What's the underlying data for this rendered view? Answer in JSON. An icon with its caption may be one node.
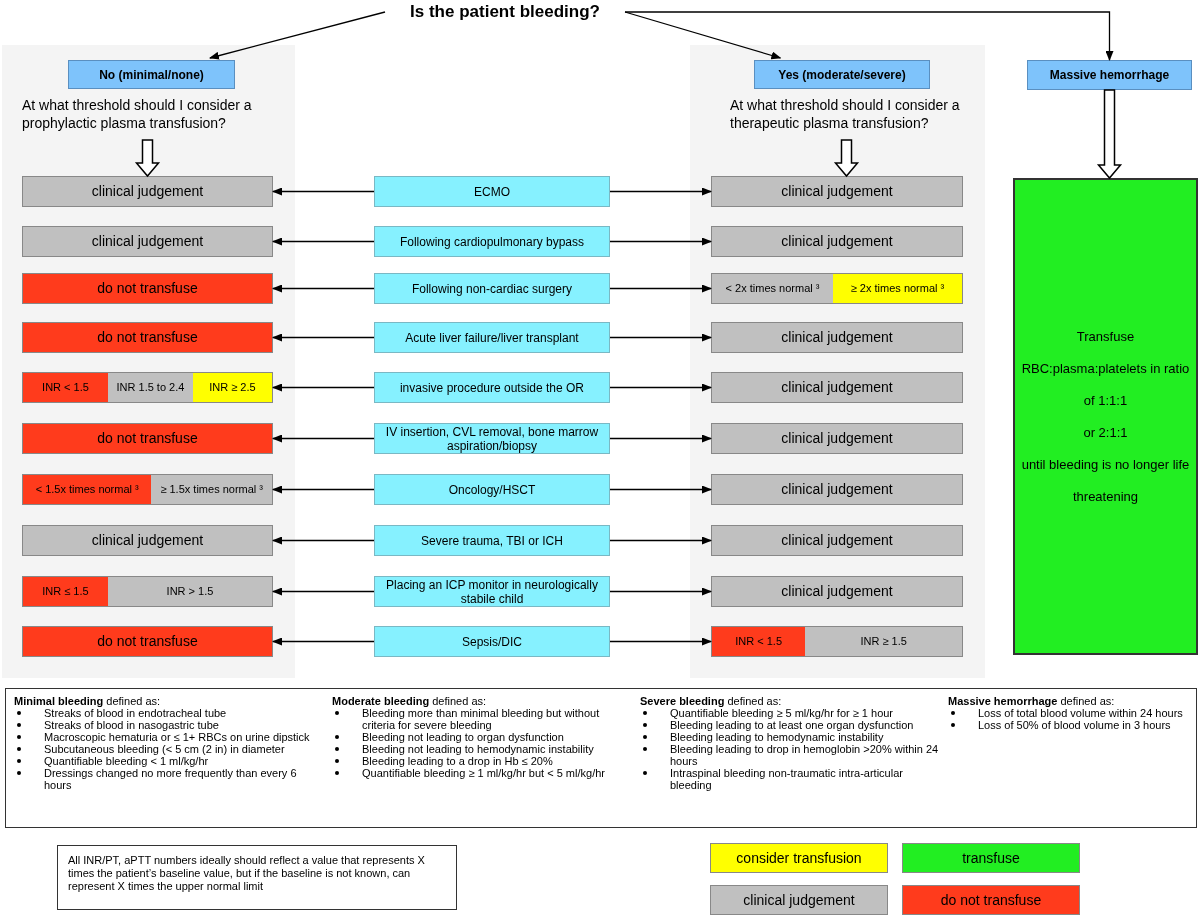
{
  "diagram": {
    "nodes": [
      {
        "text": [
          "Is the patient bleeding?"
        ]
      },
      {
        "text": [],
        "shape": "box"
      },
      {
        "text": [
          "No (minimal/none)"
        ],
        "in": 1
      },
      {
        "text": [
          "At what threshold should I consider a prophylactic plasma transfusion?"
        ],
        "in": 1
      },
      {
        "text": [],
        "shape": "box"
      },
      {
        "text": [
          "Yes (moderate/severe)"
        ],
        "in": 4
      },
      {
        "text": [
          "At what threshold should I consider a therapeutic plasma transfusion?"
        ],
        "in": 4
      },
      {
        "text": [
          "Massive hemorrhage"
        ]
      },
      {
        "text": [
          "clinical judgement"
        ],
        "in": 1
      },
      {
        "text": [
          "ECMO"
        ]
      },
      {
        "text": [
          "clinical judgement"
        ],
        "in": 4
      },
      {
        "text": [
          "clinical judgement"
        ],
        "in": 1
      },
      {
        "text": [
          "Following cardiopulmonary bypass"
        ]
      },
      {
        "text": [
          "clinical judgement"
        ],
        "in": 4
      },
      {
        "text": [
          "do not transfuse"
        ],
        "in": 1
      },
      {
        "text": [
          "Following non-cardiac surgery"
        ]
      },
      {
        "text": [
          "< 2x times normal ³",
          "≥ 2x times normal ³"
        ],
        "in": 4
      },
      {
        "text": [
          "do not transfuse"
        ],
        "in": 1
      },
      {
        "text": [
          "Acute liver failure/liver transplant"
        ]
      },
      {
        "text": [
          "clinical judgement"
        ],
        "in": 4
      },
      {
        "text": [
          "INR < 1.5",
          "INR 1.5 to 2.4",
          "INR ≥ 2.5"
        ],
        "in": 1
      },
      {
        "text": [
          "invasive procedure outside the OR"
        ]
      },
      {
        "text": [
          "clinical judgement"
        ],
        "in": 4
      },
      {
        "text": [
          "do not transfuse"
        ],
        "in": 1
      },
      {
        "text": [
          "IV insertion, CVL removal, bone marrow aspiration/biopsy"
        ]
      },
      {
        "text": [
          "clinical judgement"
        ],
        "in": 4
      },
      {
        "text": [
          "< 1.5x times normal ³",
          "≥ 1.5x times normal ³"
        ],
        "in": 1
      },
      {
        "text": [
          "Oncology/HSCT"
        ]
      },
      {
        "text": [
          "clinical judgement"
        ],
        "in": 4
      },
      {
        "text": [
          "clinical judgement"
        ],
        "in": 1
      },
      {
        "text": [
          "Severe trauma, TBI or ICH"
        ]
      },
      {
        "text": [
          "clinical judgement"
        ],
        "in": 4
      },
      {
        "text": [
          "INR ≤ 1.5",
          "INR > 1.5"
        ],
        "in": 1
      },
      {
        "text": [
          "Placing an ICP monitor in neurologically stabile child"
        ]
      },
      {
        "text": [
          "clinical judgement"
        ],
        "in": 4
      },
      {
        "text": [
          "do not transfuse"
        ],
        "in": 1
      },
      {
        "text": [
          "Sepsis/DIC"
        ]
      },
      {
        "text": [
          "INR < 1.5",
          "INR ≥ 1.5"
        ],
        "in": 4
      },
      {
        "text": [
          "Transfuse",
          "RBC:plasma:platelets in ratio of 1:1:1",
          "or 2:1:1",
          "until bleeding is no longer life threatening"
        ]
      },
      {
        "text": [
          "**Minimal bleeding** defined as:",
          "Streaks of blood in endotracheal tube",
          "Streaks of blood in nasogastric tube",
          "Macroscopic hematuria or ≤ 1+ RBCs on urine dipstick",
          "Subcutaneous bleeding (< 5 cm (2 in) in diameter",
          "Quantifiable bleeding < 1 ml/kg/hr",
          "Dressings changed no more frequently than every 6 hours",
          "**Moderate bleeding** defined as:",
          "Bleeding more than minimal bleeding but without criteria for severe bleeding",
          "Bleeding not leading to organ dysfunction",
          "Bleeding not leading to hemodynamic instability",
          "Bleeding leading to a drop in Hb ≤ 20%",
          "Quantifiable bleeding ≥ 1 ml/kg/hr but < 5 ml/kg/hr",
          "**Severe bleeding** defined as:",
          "Quantifiable bleeding ≥ 5 ml/kg/hr for ≥ 1 hour",
          "Bleeding leading to at least one organ dysfunction",
          "Bleeding leading to hemodynamic instability",
          "Bleeding leading to drop in hemoglobin >20% within 24 hours",
          "Intraspinal bleeding non-traumatic intra-articular bleeding",
          "**Massive hemorrhage** defined as:",
          "Loss of total blood volume within 24 hours",
          "Loss of 50% of blood volume in 3 hours"
        ]
      },
      {
        "text": [
          "All INR/PT, aPTT numbers ideally should reflect a value that represents X times the patient’s baseline value, but if the baseline is not known, can represent X times the upper normal limit"
        ]
      }
    ],
    "edges": [
      {
        "from": 0,
        "to": 2,
        "arrow": "to"
      },
      {
        "from": 0,
        "to": 5,
        "arrow": "to"
      },
      {
        "from": 0,
        "to": 7,
        "arrow": "to"
      },
      {
        "from": 3,
        "to": 8,
        "arrow": "to",
        "style": "thick"
      },
      {
        "from": 6,
        "to": 10,
        "arrow": "to",
        "style": "thick"
      },
      {
        "from": 7,
        "to": 38,
        "arrow": "to",
        "style": "thick"
      },
      {
        "from": 9,
        "to": 8,
        "arrow": "to"
      },
      {
        "from": 9,
        "to": 10,
        "arrow": "to"
      },
      {
        "from": 12,
        "to": 11,
        "arrow": "to"
      },
      {
        "from": 12,
        "to": 13,
        "arrow": "to"
      },
      {
        "from": 15,
        "to": 14,
        "arrow": "to"
      },
      {
        "from": 15,
        "to": 16,
        "arrow": "to"
      },
      {
        "from": 18,
        "to": 17,
        "arrow": "to"
      },
      {
        "from": 18,
        "to": 19,
        "arrow": "to"
      },
      {
        "from": 21,
        "to": 20,
        "arrow": "to"
      },
      {
        "from": 21,
        "to": 22,
        "arrow": "to"
      },
      {
        "from": 24,
        "to": 23,
        "arrow": "to"
      },
      {
        "from": 24,
        "to": 25,
        "arrow": "to"
      },
      {
        "from": 27,
        "to": 26,
        "arrow": "to"
      },
      {
        "from": 27,
        "to": 28,
        "arrow": "to"
      },
      {
        "from": 30,
        "to": 29,
        "arrow": "to"
      },
      {
        "from": 30,
        "to": 31,
        "arrow": "to"
      },
      {
        "from": 33,
        "to": 32,
        "arrow": "to"
      },
      {
        "from": 33,
        "to": 34,
        "arrow": "to"
      },
      {
        "from": 36,
        "to": 35,
        "arrow": "to"
      },
      {
        "from": 36,
        "to": 37,
        "arrow": "to"
      }
    ],
    "legend": [
      {
        "text": "consider transfusion",
        "color": "#ffff00"
      },
      {
        "text": "transfuse",
        "color": "#22ee22"
      },
      {
        "text": "clinical judgement",
        "color": "#c0c0c0"
      },
      {
        "text": "do not transfuse",
        "color": "#ff3b1c"
      }
    ]
  }
}
